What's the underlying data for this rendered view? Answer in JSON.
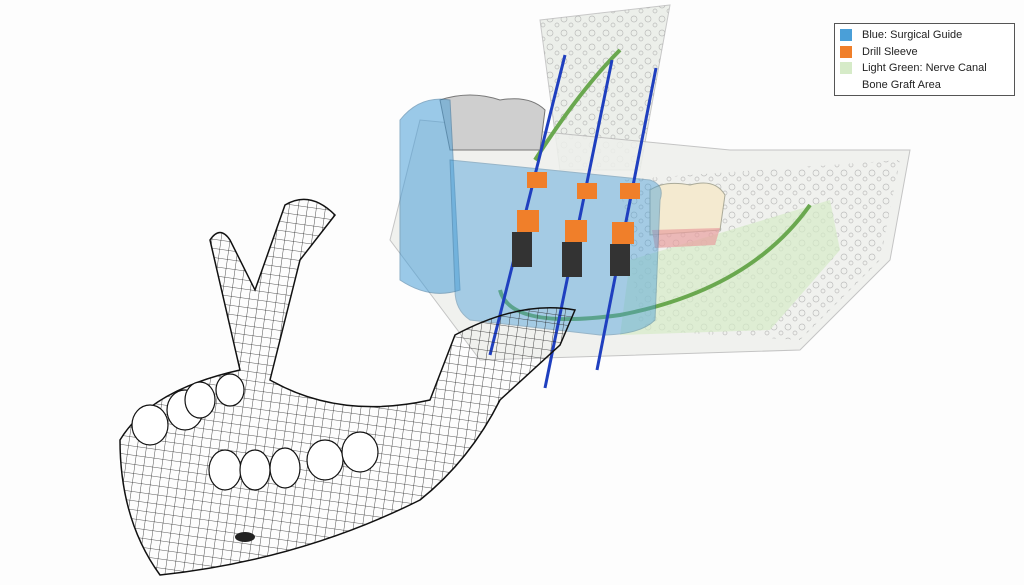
{
  "legend": {
    "items": [
      {
        "label": "Blue: Surgical Guide",
        "color": "#4a9fd8"
      },
      {
        "label": "Drill Sleeve",
        "color": "#f07f2a"
      },
      {
        "label": "Light Green: Nerve Canal",
        "color": "#d6ebc8"
      },
      {
        "label": "Bone Graft Area",
        "color": ""
      }
    ]
  }
}
